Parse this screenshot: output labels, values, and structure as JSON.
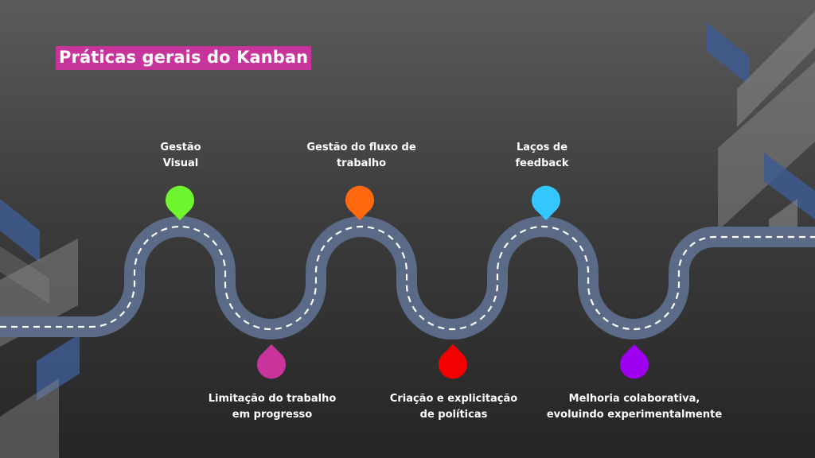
{
  "title": "Práticas gerais do Kanban",
  "colors": {
    "title_background": "#c7349b",
    "road": "#5b6a86",
    "road_dash": "#ffffff",
    "decor_gray": "#8a8a8a",
    "decor_blue": "#3d5a8f"
  },
  "practices": [
    {
      "label": "Gestão\nVisual",
      "color": "#6ef52e",
      "position": "top",
      "icon": "location-pin-icon"
    },
    {
      "label": "Limitação do trabalho\nem progresso",
      "color": "#c9349c",
      "position": "bottom",
      "icon": "location-pin-icon"
    },
    {
      "label": "Gestão do fluxo de\ntrabalho",
      "color": "#ff6a10",
      "position": "top",
      "icon": "location-pin-icon"
    },
    {
      "label": "Criação e explicitação\nde políticas",
      "color": "#f50000",
      "position": "bottom",
      "icon": "location-pin-icon"
    },
    {
      "label": "Laços de\nfeedback",
      "color": "#34c6ff",
      "position": "top",
      "icon": "location-pin-icon"
    },
    {
      "label": "Melhoria colaborativa,\nevoluindo experimentalmente",
      "color": "#a000f0",
      "position": "bottom",
      "icon": "location-pin-icon"
    }
  ]
}
